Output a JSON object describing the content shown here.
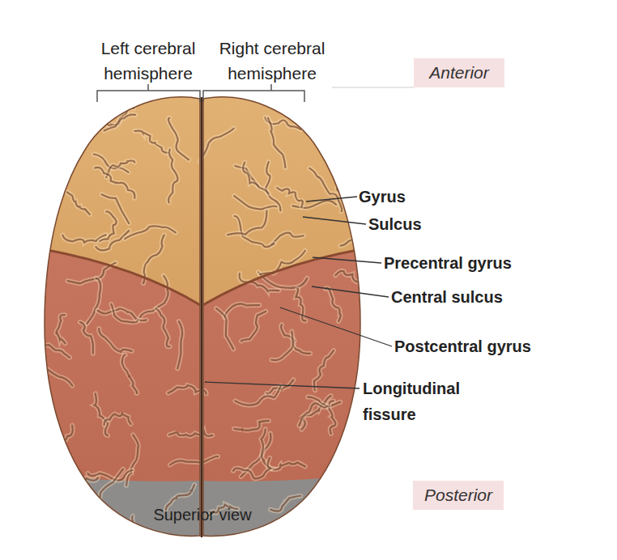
{
  "diagram": {
    "nodes": [
      {
        "text": [
          "Anterior"
        ]
      },
      {
        "text": [
          "Posterior"
        ]
      }
    ],
    "labels": [
      "Left cerebral hemisphere",
      "Right cerebral hemisphere",
      "Gyrus",
      "Sulcus",
      "Precentral gyrus",
      "Central sulcus",
      "Postcentral gyrus",
      "Longitudinal fissure",
      "Superior view"
    ]
  }
}
